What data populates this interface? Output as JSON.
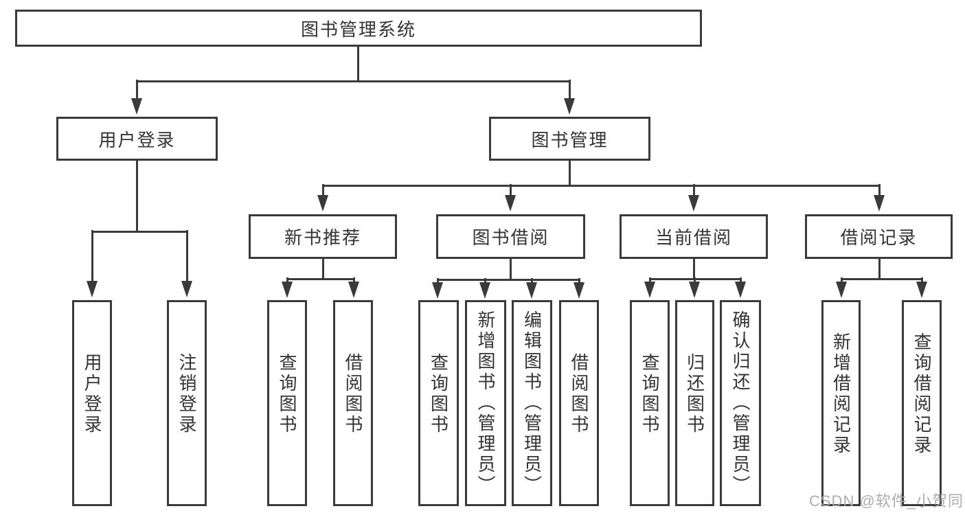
{
  "nodes": {
    "root": "图书管理系统",
    "user_login": "用户登录",
    "book_management": "图书管理",
    "user_login_leaf": "用户登录",
    "logout_leaf": "注销登录",
    "new_book_recommend": "新书推荐",
    "book_borrow": "图书借阅",
    "current_borrow": "当前借阅",
    "borrow_record": "借阅记录",
    "recommend_query_book": "查询图书",
    "recommend_borrow_book": "借阅图书",
    "borrow_query_book": "查询图书",
    "borrow_add_book_admin": "新增图书（管理员）",
    "borrow_edit_book_admin": "编辑图书（管理员）",
    "borrow_borrow_book": "借阅图书",
    "current_query_book": "查询图书",
    "current_return_book": "归还图书",
    "current_confirm_return_admin": "确认归还（管理员）",
    "record_add_record": "新增借阅记录",
    "record_query_record": "查询借阅记录"
  },
  "hierarchy": {
    "图书管理系统": {
      "用户登录": [
        "用户登录",
        "注销登录"
      ],
      "图书管理": {
        "新书推荐": [
          "查询图书",
          "借阅图书"
        ],
        "图书借阅": [
          "查询图书",
          "新增图书（管理员）",
          "编辑图书（管理员）",
          "借阅图书"
        ],
        "当前借阅": [
          "查询图书",
          "归还图书",
          "确认归还（管理员）"
        ],
        "借阅记录": [
          "新增借阅记录",
          "查询借阅记录"
        ]
      }
    }
  },
  "watermark": "CSDN @软件_小贺同学",
  "colors": {
    "line": "#3a3a3a",
    "text": "#333333",
    "background": "#ffffff",
    "watermark": "#a6a6a6"
  }
}
